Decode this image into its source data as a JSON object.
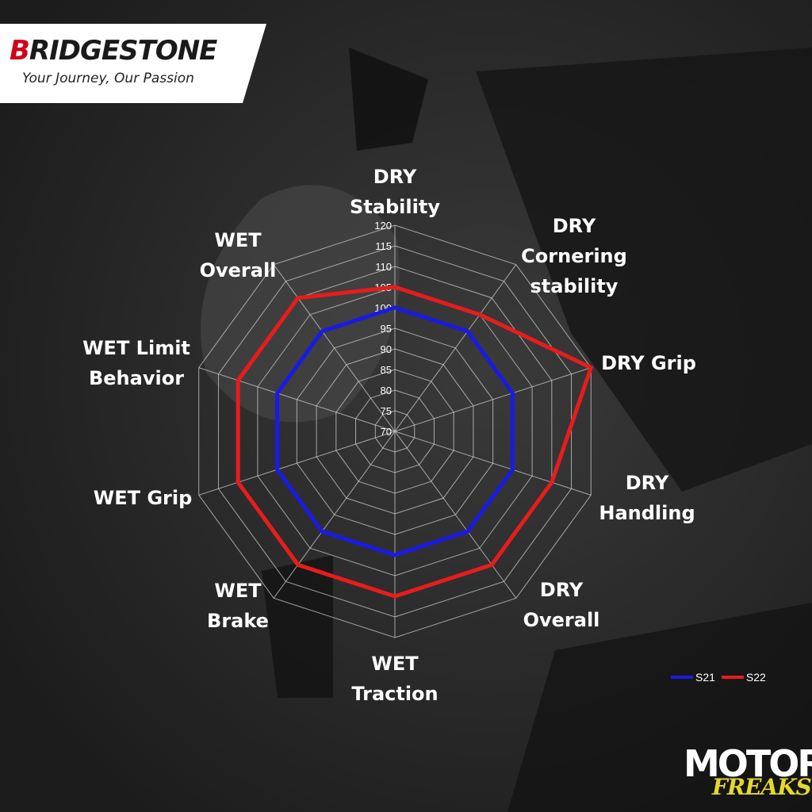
{
  "brand": {
    "name_first": "B",
    "name_rest": "RIDGESTONE",
    "tagline": "Your Journey, Our Passion"
  },
  "watermark": {
    "top": "MOTOR",
    "bottom": "FREAKS"
  },
  "colors": {
    "s21": "#1a1ae6",
    "s22": "#e81c1c",
    "grid": "#cfcfcf",
    "text": "#ffffff"
  },
  "chart_data": {
    "type": "radar",
    "title": "",
    "axes": [
      "DRY\nStability",
      "DRY\nCornering\nstability",
      "DRY Grip",
      "DRY\nHandling",
      "DRY\nOverall",
      "WET\nTraction",
      "WET\nBrake",
      "WET Grip",
      "WET Limit\nBehavior",
      "WET\nOverall"
    ],
    "scale": {
      "min": 70,
      "max": 120,
      "step": 5
    },
    "ticks": [
      "70",
      "75",
      "80",
      "85",
      "90",
      "95",
      "100",
      "105",
      "110",
      "115",
      "120"
    ],
    "series": [
      {
        "name": "S21",
        "values": [
          100,
          100,
          100,
          100,
          100,
          100,
          100,
          100,
          100,
          100
        ]
      },
      {
        "name": "S22",
        "values": [
          105,
          105,
          120,
          110,
          110,
          110,
          110,
          110,
          110,
          110
        ]
      }
    ],
    "legend_position": "bottom-right",
    "grid": true
  }
}
